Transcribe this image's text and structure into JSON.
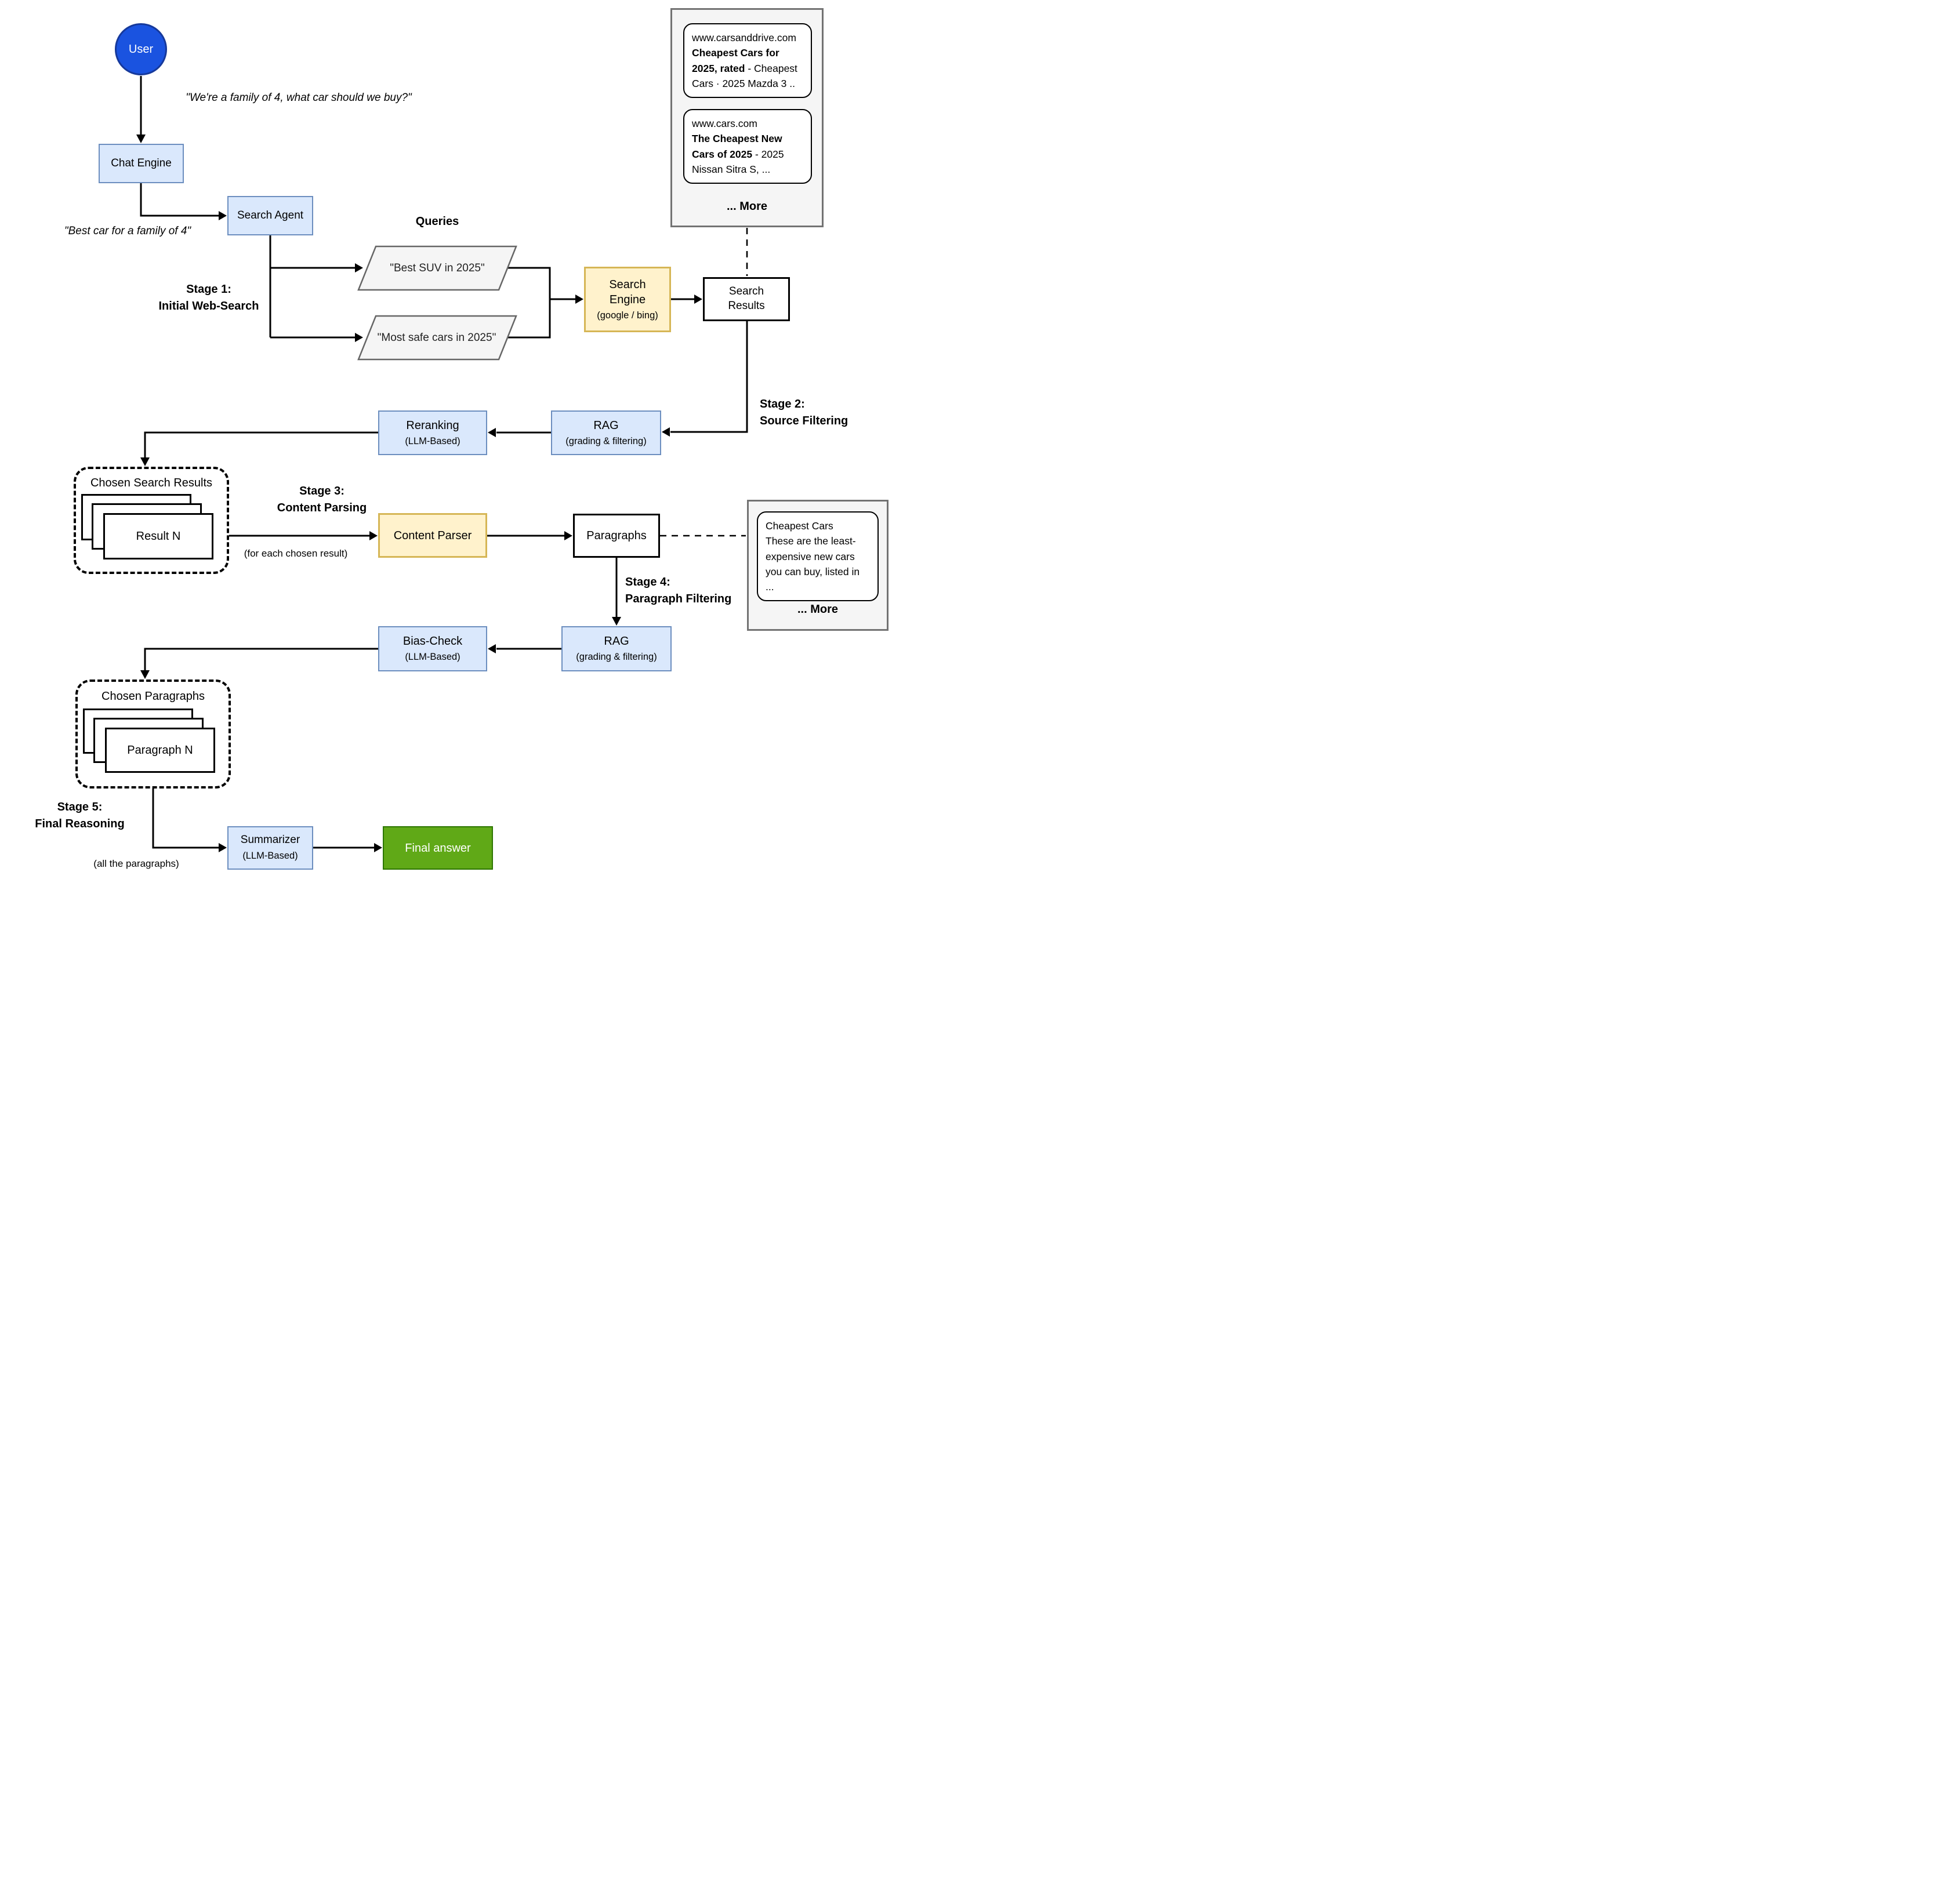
{
  "palette": {
    "node_blue_fill": "#dae8fc",
    "node_blue_stroke": "#6c8ebf",
    "node_yellow_fill": "#fff2cc",
    "node_yellow_stroke": "#d6b656",
    "user_fill": "#1a53e0",
    "user_stroke": "#16399b",
    "green_fill": "#60a917",
    "green_stroke": "#2d7600",
    "panel_fill": "#f5f5f5",
    "panel_stroke": "#737373"
  },
  "user": {
    "label": "User"
  },
  "quotes": {
    "user_to_chat": "\"We're a family of 4, what car should we buy?\"",
    "chat_to_agent": "\"Best car for a family of 4\""
  },
  "nodes": {
    "chat_engine": "Chat Engine",
    "search_agent": "Search Agent",
    "search_engine": {
      "title": "Search\nEngine",
      "sub": "(google / bing)"
    },
    "search_results": {
      "title": "Search\nResults"
    },
    "rag_source": {
      "title": "RAG",
      "sub": "(grading & filtering)"
    },
    "reranking": {
      "title": "Reranking",
      "sub": "(LLM-Based)"
    },
    "content_parser": "Content Parser",
    "paragraphs": "Paragraphs",
    "rag_paragraph": {
      "title": "RAG",
      "sub": "(grading & filtering)"
    },
    "bias_check": {
      "title": "Bias-Check",
      "sub": "(LLM-Based)"
    },
    "summarizer": {
      "title": "Summarizer",
      "sub": "(LLM-Based)"
    },
    "final_answer": "Final answer"
  },
  "queries": {
    "header": "Queries",
    "q1": "\"Best SUV in 2025\"",
    "q2": "\"Most safe cars in 2025\""
  },
  "stages": {
    "s1a": "Stage 1:",
    "s1b": "Initial Web-Search",
    "s2a": "Stage 2:",
    "s2b": "Source Filtering",
    "s3a": "Stage 3:",
    "s3b": "Content Parsing",
    "s4a": "Stage 4:",
    "s4b": "Paragraph Filtering",
    "s5a": "Stage 5:",
    "s5b": "Final Reasoning"
  },
  "captions": {
    "for_each": "(for each chosen result)",
    "all_paragraphs": "(all the paragraphs)"
  },
  "chosen_results": {
    "label": "Chosen Search Results",
    "front": "Result N"
  },
  "chosen_paragraphs": {
    "label": "Chosen Paragraphs",
    "front": "Paragraph N"
  },
  "results_panel": {
    "cards": [
      {
        "url": "www.carsanddrive.com",
        "title_bold": "Cheapest Cars for 2025, rated",
        "rest": " - Cheapest Cars · 2025 Mazda 3 .."
      },
      {
        "url": "www.cars.com",
        "title_bold": "The Cheapest New Cars of 2025",
        "rest": " - 2025 Nissan Sitra S, ..."
      }
    ],
    "more": "... More"
  },
  "paragraph_panel": {
    "card_title": "Cheapest Cars",
    "card_body": "These are the least-expensive new cars you can buy, listed in ...",
    "more": "... More"
  }
}
